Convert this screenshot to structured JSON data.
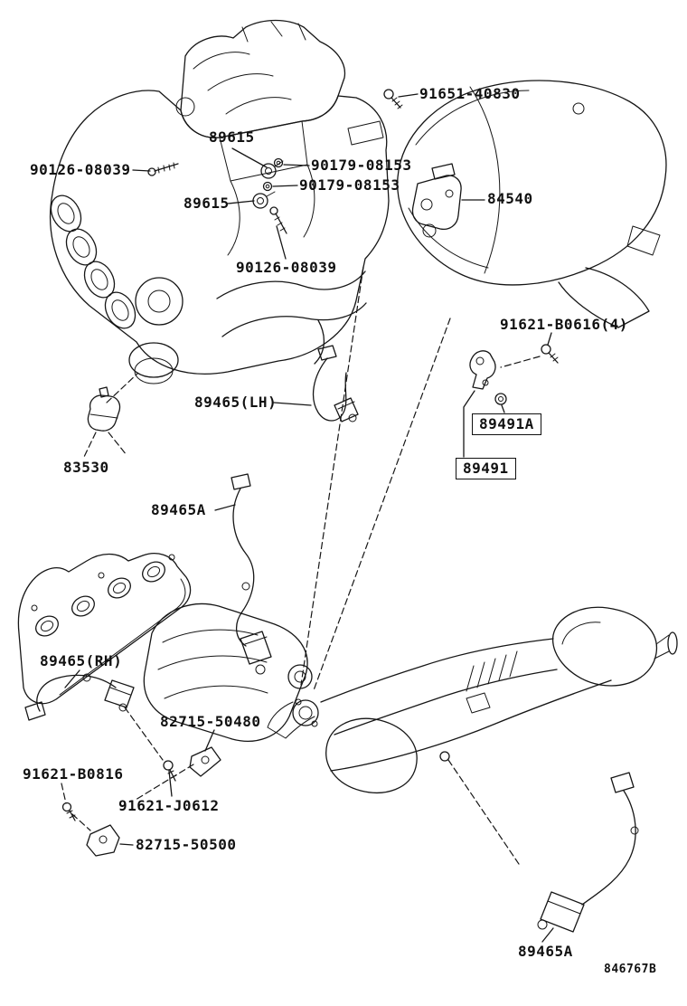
{
  "colors": {
    "ink": "#161616",
    "background": "#ffffff"
  },
  "diagram": {
    "code": "846767B"
  },
  "labels": [
    {
      "text": "91651-40830",
      "boxed": false
    },
    {
      "text": "89615",
      "boxed": false
    },
    {
      "text": "90126-08039",
      "boxed": false
    },
    {
      "text": "90179-08153",
      "boxed": false
    },
    {
      "text": "90179-08153",
      "boxed": false
    },
    {
      "text": "89615",
      "boxed": false
    },
    {
      "text": "84540",
      "boxed": false
    },
    {
      "text": "90126-08039",
      "boxed": false
    },
    {
      "text": "91621-B0616(4)",
      "boxed": false
    },
    {
      "text": "89465(LH)",
      "boxed": false
    },
    {
      "text": "89491A",
      "boxed": true
    },
    {
      "text": "89491",
      "boxed": true
    },
    {
      "text": "83530",
      "boxed": false
    },
    {
      "text": "89465A",
      "boxed": false
    },
    {
      "text": "89465(RH)",
      "boxed": false
    },
    {
      "text": "82715-50480",
      "boxed": false
    },
    {
      "text": "91621-B0816",
      "boxed": false
    },
    {
      "text": "91621-J0612",
      "boxed": false
    },
    {
      "text": "82715-50500",
      "boxed": false
    },
    {
      "text": "89465A",
      "boxed": false
    }
  ]
}
